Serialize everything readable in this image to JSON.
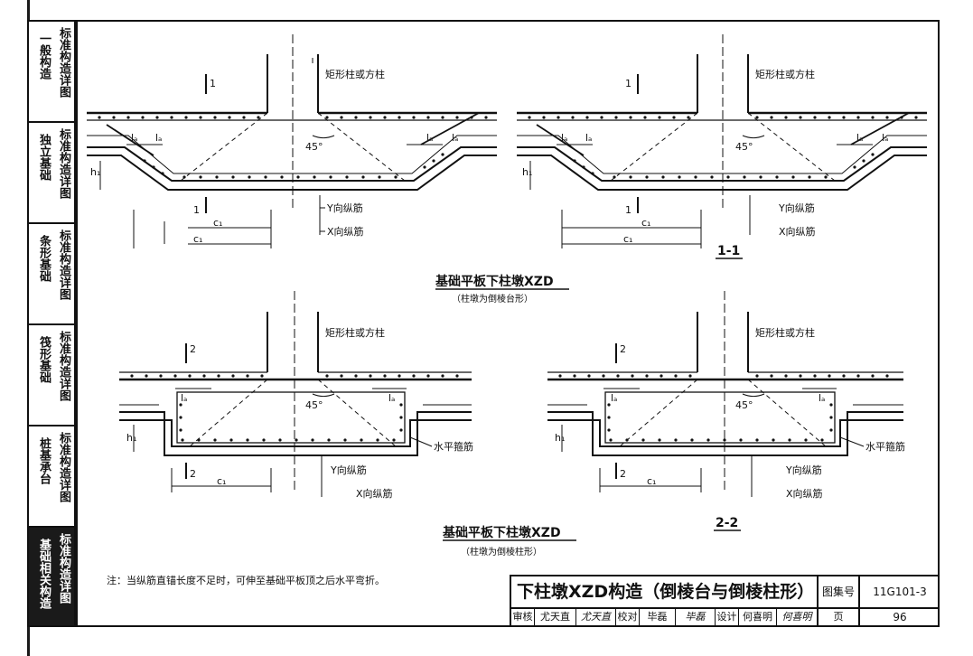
{
  "sidebar": {
    "tabs": [
      {
        "col1": "标准构造详图",
        "col2": "一般构造",
        "active": false
      },
      {
        "col1": "标准构造详图",
        "col2": "独立基础",
        "active": false
      },
      {
        "col1": "标准构造详图",
        "col2": "条形基础",
        "active": false
      },
      {
        "col1": "标准构造详图",
        "col2": "筏形基础",
        "active": false
      },
      {
        "col1": "标准构造详图",
        "col2": "桩基承台",
        "active": false
      },
      {
        "col1": "标准构造详图",
        "col2": "基础相关构造",
        "active": true
      }
    ]
  },
  "drawing": {
    "column_label": "矩形柱或方柱",
    "y_rebar": "Y向纵筋",
    "x_rebar": "X向纵筋",
    "horizontal_stirrup": "水平箍筋",
    "angle": "45°",
    "section_mark_1": "1",
    "section_mark_2": "2",
    "section_1_label": "1-1",
    "section_2_label": "2-2",
    "dim_c1": "c₁",
    "dim_la": "lₐ",
    "dim_h1": "h₁",
    "title_top": "基础平板下柱墩XZD",
    "subtitle_top": "（柱墩为倒棱台形）",
    "title_bottom": "基础平板下柱墩XZD",
    "subtitle_bottom": "（柱墩为倒棱柱形）"
  },
  "note": "注：当纵筋直锚长度不足时，可伸至基础平板顶之后水平弯折。",
  "titleblock": {
    "main_title": "下柱墩XZD构造（倒棱台与倒棱柱形）",
    "atlas_label": "图集号",
    "atlas_no": "11G101-3",
    "review_label": "审核",
    "reviewer": "尤天直",
    "reviewer_sig": "尤天直",
    "check_label": "校对",
    "checker": "毕磊",
    "checker_sig": "毕磊",
    "design_label": "设计",
    "designer": "何喜明",
    "designer_sig": "何喜明",
    "page_label": "页",
    "page_no": "96"
  }
}
